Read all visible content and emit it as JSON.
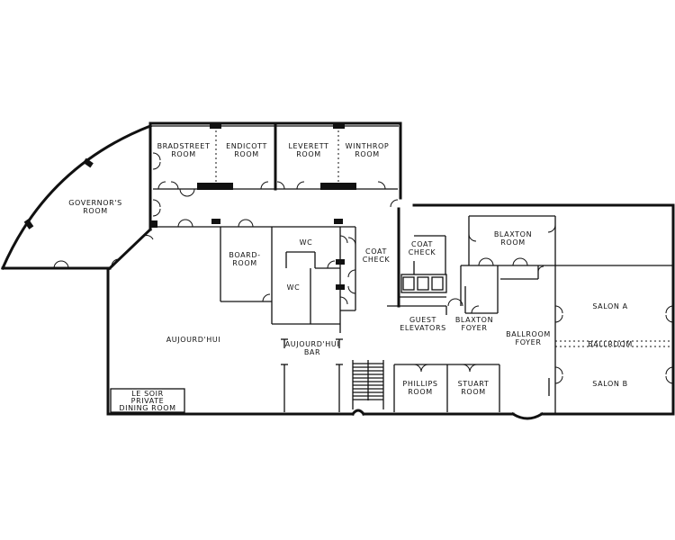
{
  "rooms": {
    "bradstreet": [
      "BRADSTREET",
      "ROOM"
    ],
    "endicott": [
      "ENDICOTT",
      "ROOM"
    ],
    "leverett": [
      "LEVERETT",
      "ROOM"
    ],
    "winthrop": [
      "WINTHROP",
      "ROOM"
    ],
    "governors": [
      "GOVERNOR'S",
      "ROOM"
    ],
    "boardroom": [
      "BOARD-",
      "ROOM"
    ],
    "wc_upper": "WC",
    "wc_lower": "WC",
    "coat_check_left": [
      "COAT",
      "CHECK"
    ],
    "coat_check_right": [
      "COAT",
      "CHECK"
    ],
    "blaxton_room": [
      "BLAXTON",
      "ROOM"
    ],
    "blaxton_foyer": [
      "BLAXTON",
      "FOYER"
    ],
    "guest_elevators": [
      "GUEST",
      "ELEVATORS"
    ],
    "salon_a": "SALON A",
    "ballroom": "BALLROOM",
    "salon_b": "SALON B",
    "ballroom_foyer": [
      "BALLROOM",
      "FOYER"
    ],
    "aujourdhui": "AUJOURD'HUI",
    "aujourdhui_bar": [
      "AUJOURD'HUI",
      "BAR"
    ],
    "phillips": [
      "PHILLIPS",
      "ROOM"
    ],
    "stuart": [
      "STUART",
      "ROOM"
    ],
    "le_soir": [
      "LE SOIR",
      "PRIVATE",
      "DINING ROOM"
    ]
  }
}
